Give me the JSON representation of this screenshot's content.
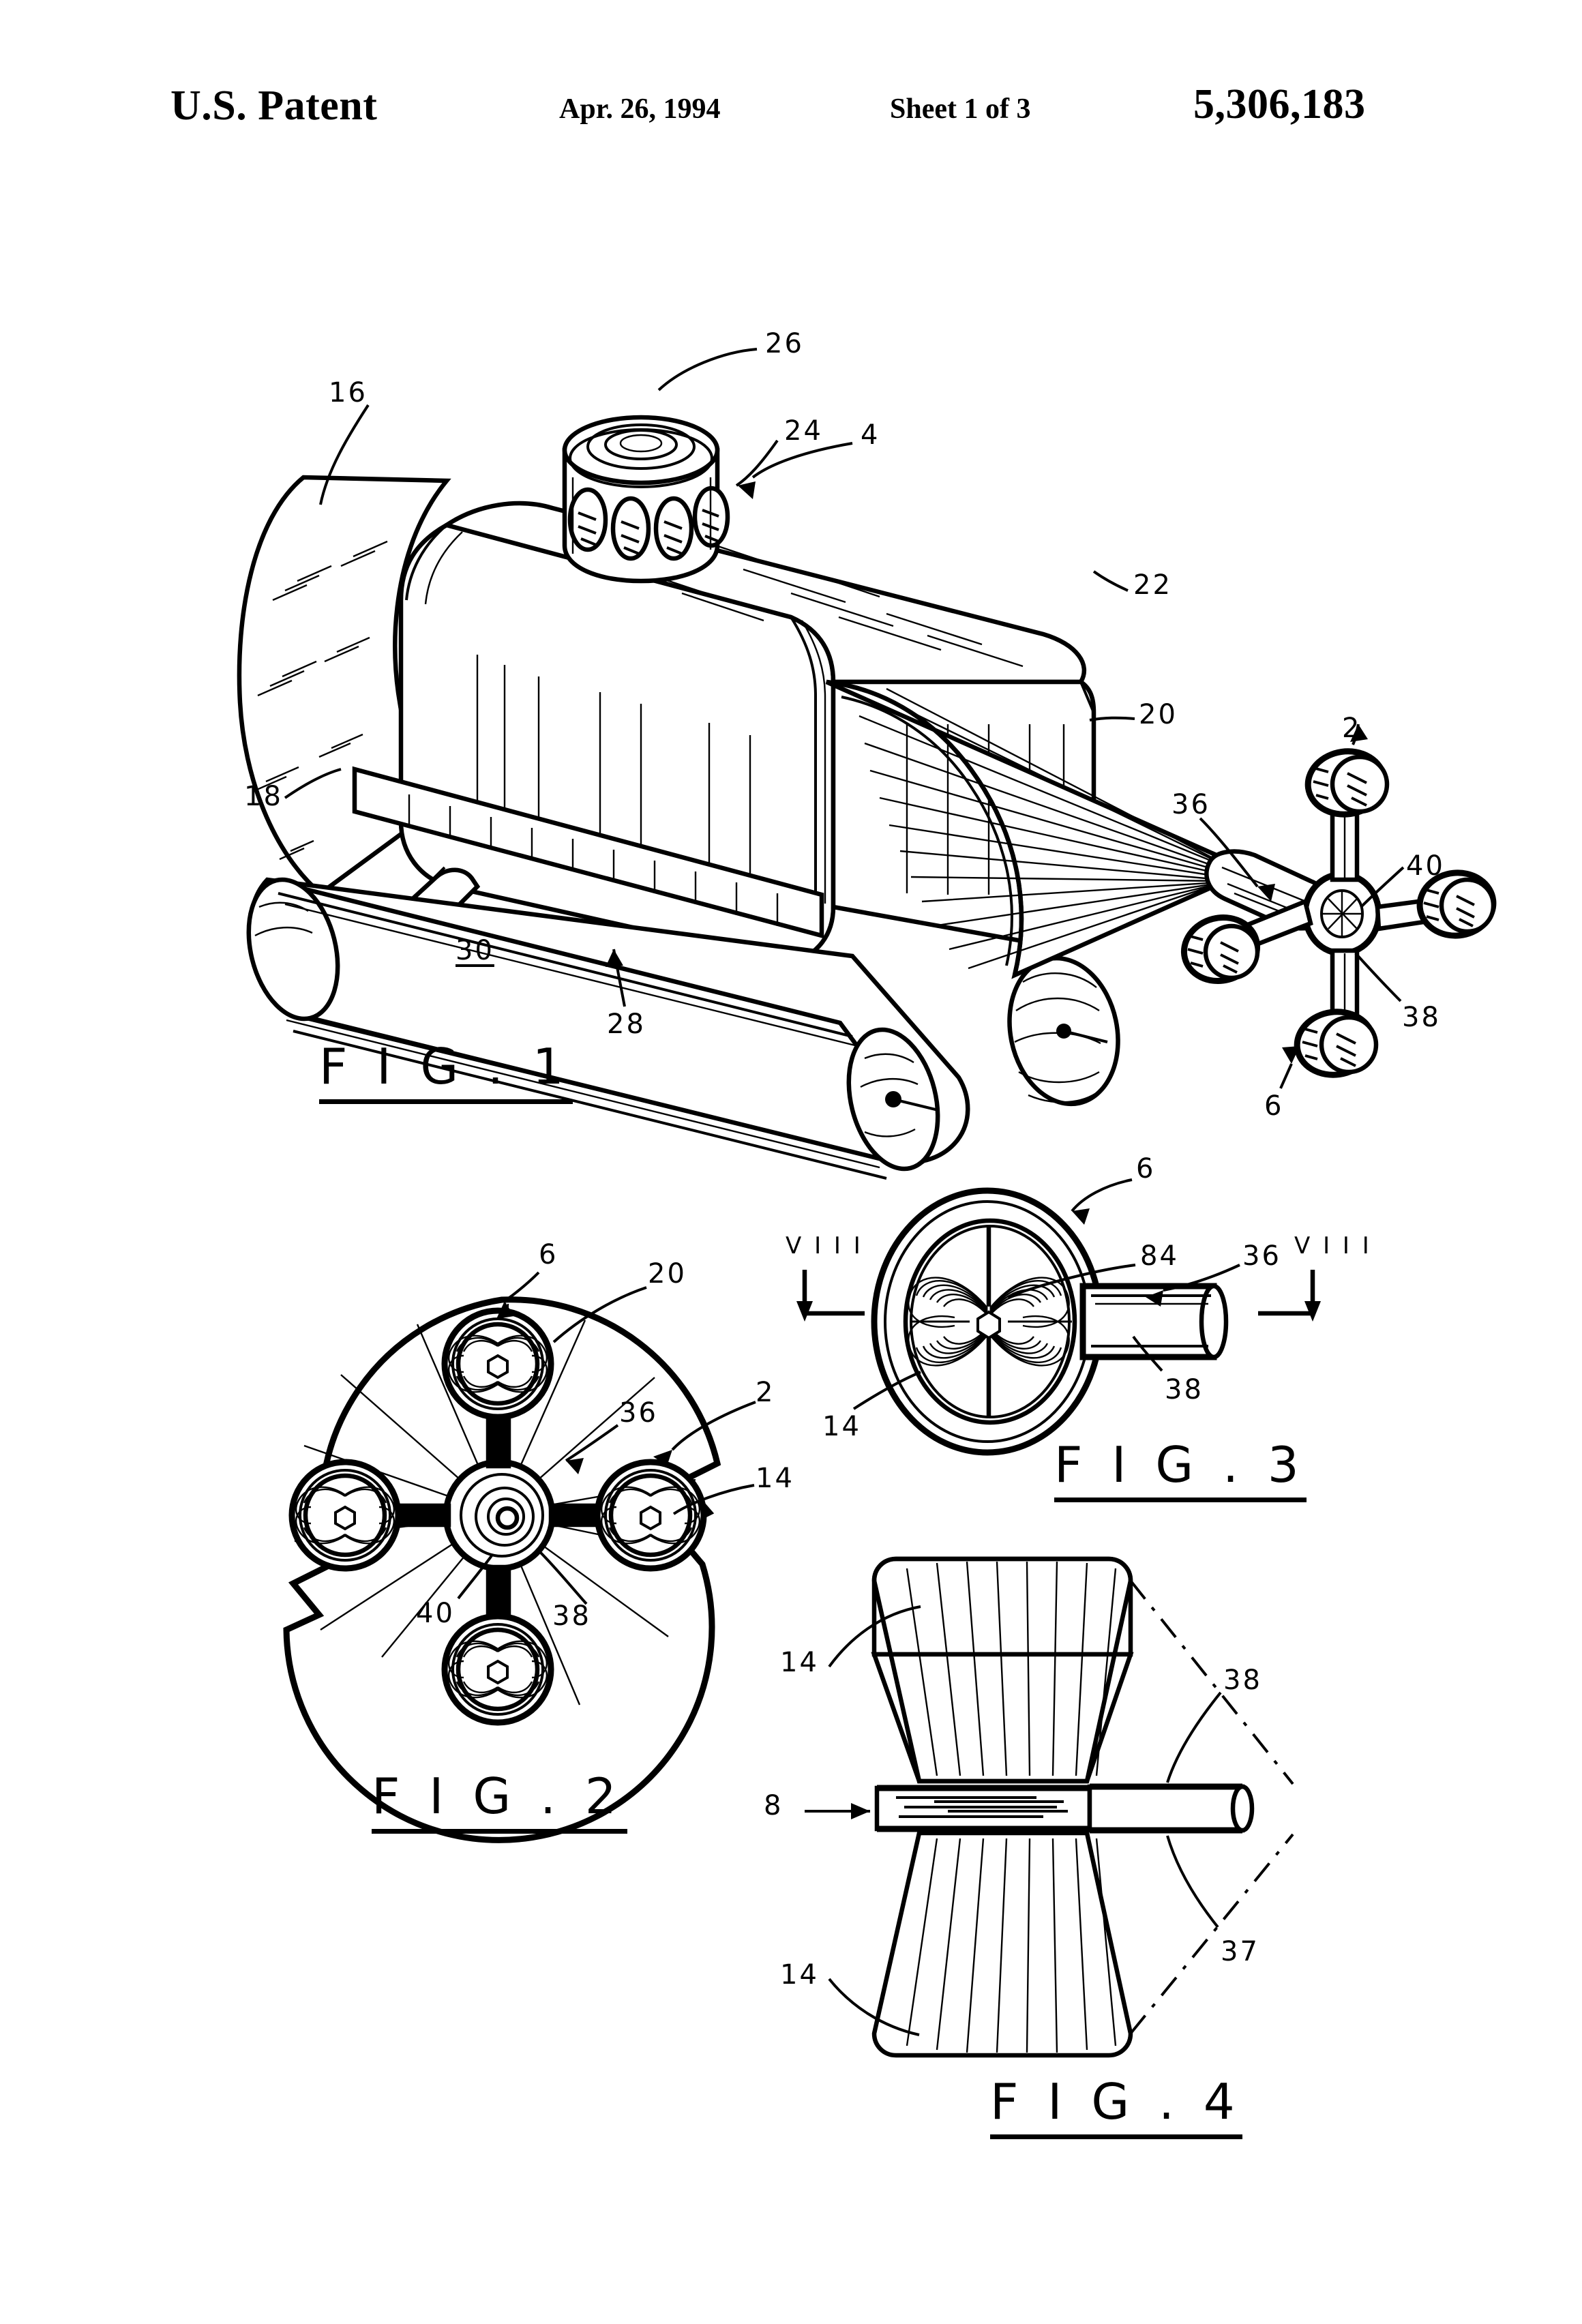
{
  "header": {
    "office": "U.S. Patent",
    "date": "Apr. 26, 1994",
    "sheet": "Sheet 1 of 3",
    "patent_number": "5,306,183"
  },
  "figures": [
    {
      "id": "fig1",
      "label": "F I G . 1",
      "caption_text": "FIG. 1",
      "description": "Perspective view of a wheeled cleaning apparatus with a cylindrical tank body, a vented stack on top, a lower cylindrical roller and a cross-shaped four-brush head at the right",
      "reference_numerals": [
        {
          "id": "n16",
          "text": "16",
          "role": "tank-rear-end"
        },
        {
          "id": "n26",
          "text": "26",
          "role": "stack-cap"
        },
        {
          "id": "n24",
          "text": "24",
          "role": "stack-vent-openings"
        },
        {
          "id": "n4",
          "text": "4",
          "role": "housing-body"
        },
        {
          "id": "n22",
          "text": "22",
          "role": "housing-front-face"
        },
        {
          "id": "n20",
          "text": "20",
          "role": "brush-shroud-cone"
        },
        {
          "id": "n18",
          "text": "18",
          "role": "lower-mount-rail"
        },
        {
          "id": "n30",
          "text": "30",
          "role": "roller-assembly",
          "underlined": true
        },
        {
          "id": "n28",
          "text": "28",
          "role": "roller-seam"
        },
        {
          "id": "n36",
          "text": "36",
          "role": "drive-shaft"
        },
        {
          "id": "n2",
          "text": "2",
          "role": "brush-head-assembly"
        },
        {
          "id": "n40",
          "text": "40",
          "role": "center-hub"
        },
        {
          "id": "n38",
          "text": "38",
          "role": "brush-stem"
        },
        {
          "id": "n6",
          "text": "6",
          "role": "brush-unit"
        }
      ]
    },
    {
      "id": "fig2",
      "label": "F I G . 2",
      "caption_text": "FIG. 2",
      "description": "End elevation of the brush head showing four radially arranged brushes around a central hub inside a broken-away circular shroud",
      "reference_numerals": [
        {
          "id": "n6",
          "text": "6",
          "role": "brush-unit"
        },
        {
          "id": "n20",
          "text": "20",
          "role": "shroud"
        },
        {
          "id": "n36",
          "text": "36",
          "role": "radial-arm"
        },
        {
          "id": "n2",
          "text": "2",
          "role": "brush-head-assembly"
        },
        {
          "id": "n14",
          "text": "14",
          "role": "bristles"
        },
        {
          "id": "n40",
          "text": "40",
          "role": "center-hub"
        },
        {
          "id": "n38",
          "text": "38",
          "role": "brush-stem"
        }
      ]
    },
    {
      "id": "fig3",
      "label": "F I G . 3",
      "caption_text": "FIG. 3",
      "description": "Enlarged end view of a single brush unit with its swirled bristle face and mounting stem, with section plane VIII-VIII indicated",
      "section_markers": [
        {
          "id": "left",
          "text": "V I I I"
        },
        {
          "id": "right",
          "text": "V I I I"
        }
      ],
      "reference_numerals": [
        {
          "id": "n6",
          "text": "6",
          "role": "brush-unit"
        },
        {
          "id": "n84",
          "text": "84",
          "role": "bristle-swirl-segment"
        },
        {
          "id": "n36",
          "text": "36",
          "role": "drive-shaft"
        },
        {
          "id": "n38",
          "text": "38",
          "role": "brush-stem"
        },
        {
          "id": "n14",
          "text": "14",
          "role": "bristles"
        }
      ]
    },
    {
      "id": "fig4",
      "label": "F I G . 4",
      "caption_text": "FIG. 4",
      "description": "Side elevation of a single brush unit showing the flared upper and lower bristle tufts, the central hub and the stem in phantom outline",
      "reference_numerals": [
        {
          "id": "n14a",
          "text": "14",
          "role": "bristles-upper"
        },
        {
          "id": "n8",
          "text": "8",
          "role": "brush-hub"
        },
        {
          "id": "n14b",
          "text": "14",
          "role": "bristles-lower"
        },
        {
          "id": "n38",
          "text": "38",
          "role": "brush-stem"
        },
        {
          "id": "n37",
          "text": "37",
          "role": "phantom-outline"
        }
      ]
    }
  ],
  "colors": {
    "ink": "#000000",
    "paper": "#ffffff"
  }
}
